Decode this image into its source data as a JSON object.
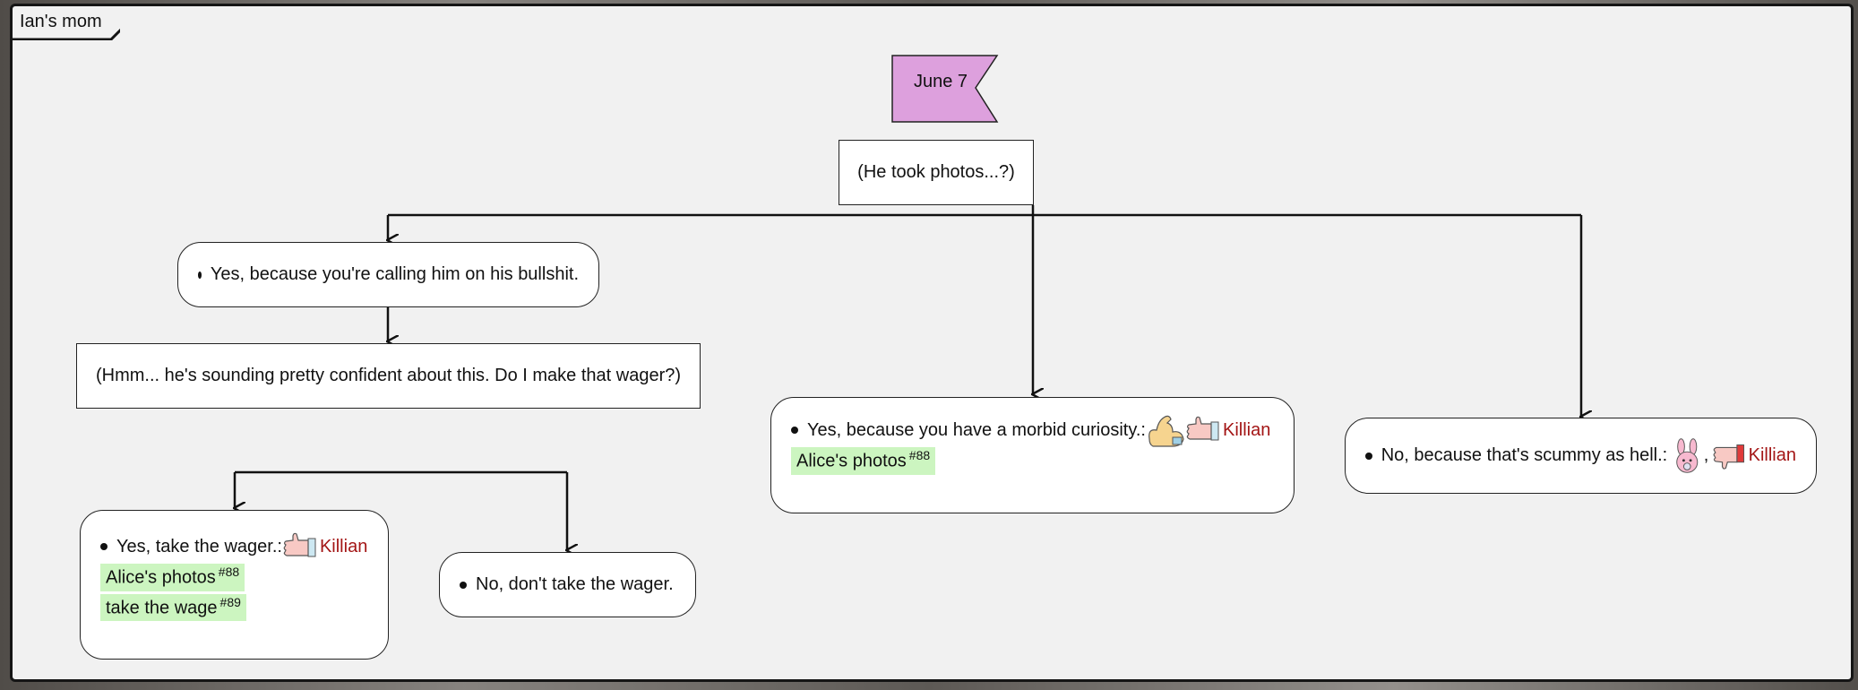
{
  "frame": {
    "title": "Ian's mom"
  },
  "event": {
    "label": "June 7"
  },
  "prompt": "(He took photos...?)",
  "choice_yes_bullshit": "Yes, because you're calling him on his bullshit.",
  "followup_prompt": "(Hmm... he's sounding pretty confident about this. Do I make that wager?)",
  "choice_take_wager": {
    "text": "Yes, take the wager.:",
    "character": "Killian",
    "tags": [
      {
        "label": "Alice's photos",
        "ref": "#88"
      },
      {
        "label": "take the wage",
        "ref": "#89"
      }
    ]
  },
  "choice_no_wager": "No, don't take the wager.",
  "choice_morbid": {
    "text": "Yes, because you have a morbid curiosity.:",
    "character": "Killian",
    "tags": [
      {
        "label": "Alice's photos",
        "ref": "#88"
      }
    ]
  },
  "choice_scummy": {
    "text": "No, because that's scummy as hell.:",
    "separator": ",",
    "character": "Killian"
  },
  "colors": {
    "flag": "#dda0dd",
    "highlight": "#ccf5c0",
    "character": "#a31515"
  },
  "icons": [
    "flexed-bicep-icon",
    "thumbs-up-icon",
    "bunny-icon",
    "thumbs-down-icon"
  ]
}
